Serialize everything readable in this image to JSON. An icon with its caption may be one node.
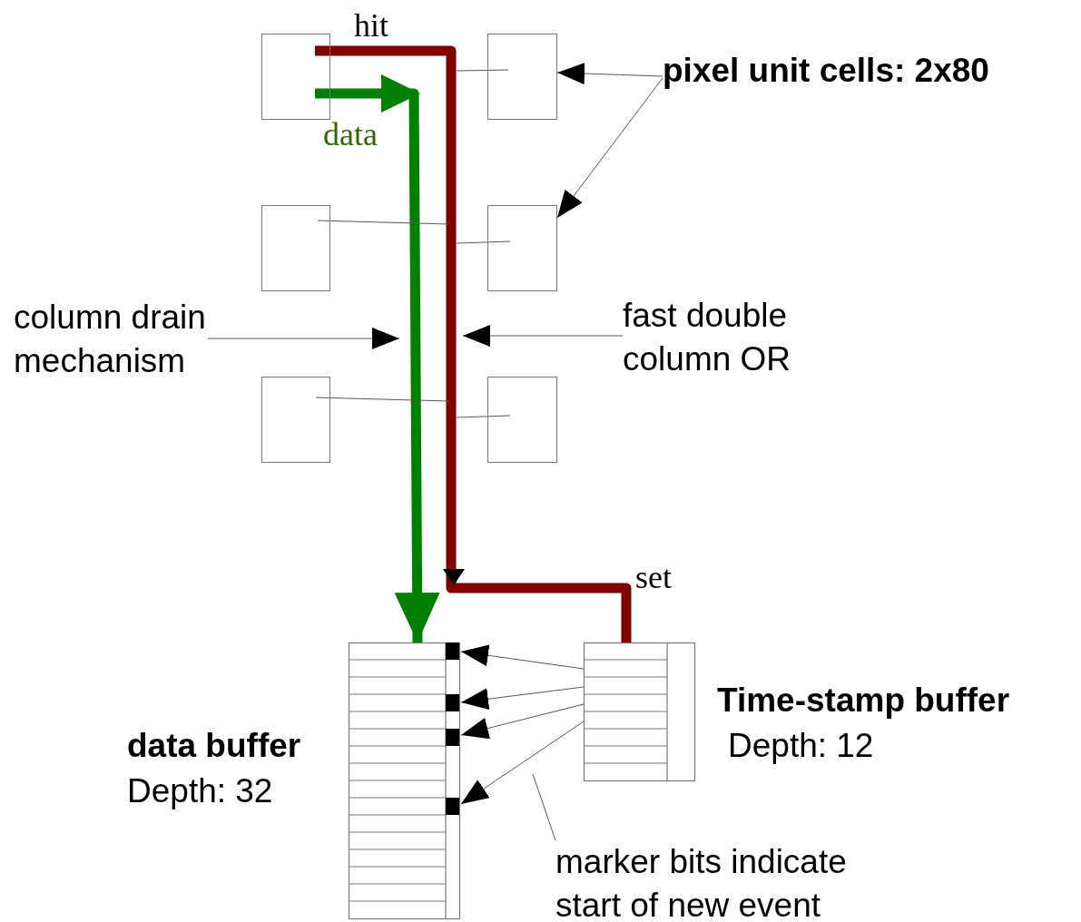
{
  "diagram": {
    "nodes": [
      {
        "text": [],
        "shape": "box"
      },
      {
        "text": [],
        "shape": "box"
      },
      {
        "text": [],
        "shape": "box"
      },
      {
        "text": [],
        "shape": "box"
      },
      {
        "text": [],
        "shape": "box"
      },
      {
        "text": [],
        "shape": "box"
      },
      {
        "text": [
          "pixel unit cells: 2x80"
        ]
      },
      {
        "text": [
          "column drain mechanism"
        ]
      },
      {
        "text": [
          "fast double column OR"
        ]
      },
      {
        "text": [
          "data buffer",
          "Depth: 32"
        ]
      },
      {
        "text": [
          "Time-stamp buffer",
          "Depth: 12"
        ]
      },
      {
        "text": [
          "marker bits indicate start of new event"
        ]
      }
    ],
    "edges": [
      {
        "from": 0,
        "to": 9,
        "arrow": "to",
        "label": "data",
        "style": "thick",
        "color": "#008000"
      },
      {
        "from": 0,
        "to": 10,
        "arrow": "none",
        "label": "hit",
        "style": "thick",
        "color": "#800000"
      },
      {
        "from": 1,
        "to": null,
        "arrow": "none"
      },
      {
        "from": 2,
        "to": null,
        "arrow": "none"
      },
      {
        "from": 3,
        "to": null,
        "arrow": "none"
      },
      {
        "from": 4,
        "to": null,
        "arrow": "none"
      },
      {
        "from": 5,
        "to": null,
        "arrow": "none"
      },
      {
        "from": 6,
        "to": 1,
        "arrow": "to"
      },
      {
        "from": 6,
        "to": 3,
        "arrow": "to"
      },
      {
        "from": 7,
        "to": null,
        "arrow": "to"
      },
      {
        "from": 8,
        "to": null,
        "arrow": "to"
      },
      {
        "from": 10,
        "to": 9,
        "arrow": "to"
      },
      {
        "from": 10,
        "to": 9,
        "arrow": "to"
      },
      {
        "from": 10,
        "to": 9,
        "arrow": "to"
      },
      {
        "from": 10,
        "to": 9,
        "arrow": "to"
      },
      {
        "from": 11,
        "to": null,
        "arrow": "none"
      }
    ],
    "labels": [
      "set"
    ]
  }
}
